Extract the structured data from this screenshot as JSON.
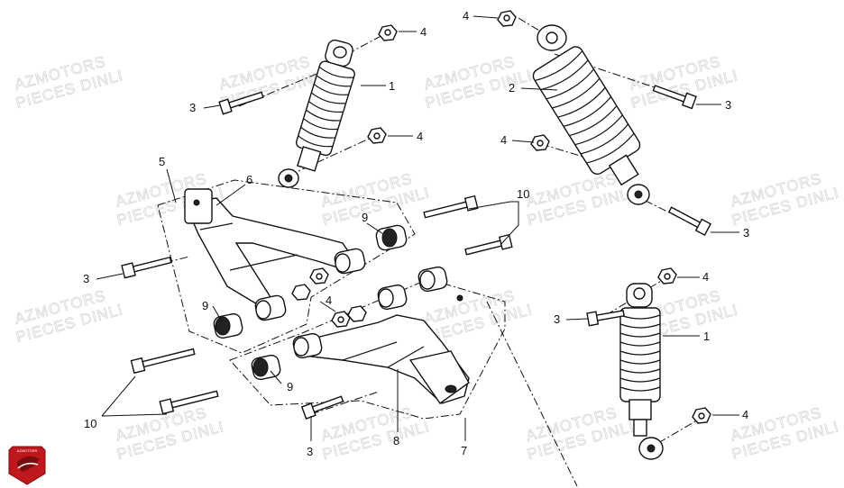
{
  "watermark": {
    "line1": "AZMOTORS",
    "line2": "PIECES DINLI"
  },
  "logo": {
    "text": "AZMOTORS",
    "color": "#c0171d"
  },
  "callouts": {
    "c1a": "1",
    "c1b": "1",
    "c2": "2",
    "c3a": "3",
    "c3b": "3",
    "c3c": "3",
    "c3d": "3",
    "c3e": "3",
    "c4a": "4",
    "c4b": "4",
    "c4c": "4",
    "c4d": "4",
    "c4e": "4",
    "c4f": "4",
    "c4g": "4",
    "c5": "5",
    "c6": "6",
    "c7": "7",
    "c8": "8",
    "c9a": "9",
    "c9b": "9",
    "c9c": "9",
    "c10a": "10",
    "c10b": "10"
  }
}
